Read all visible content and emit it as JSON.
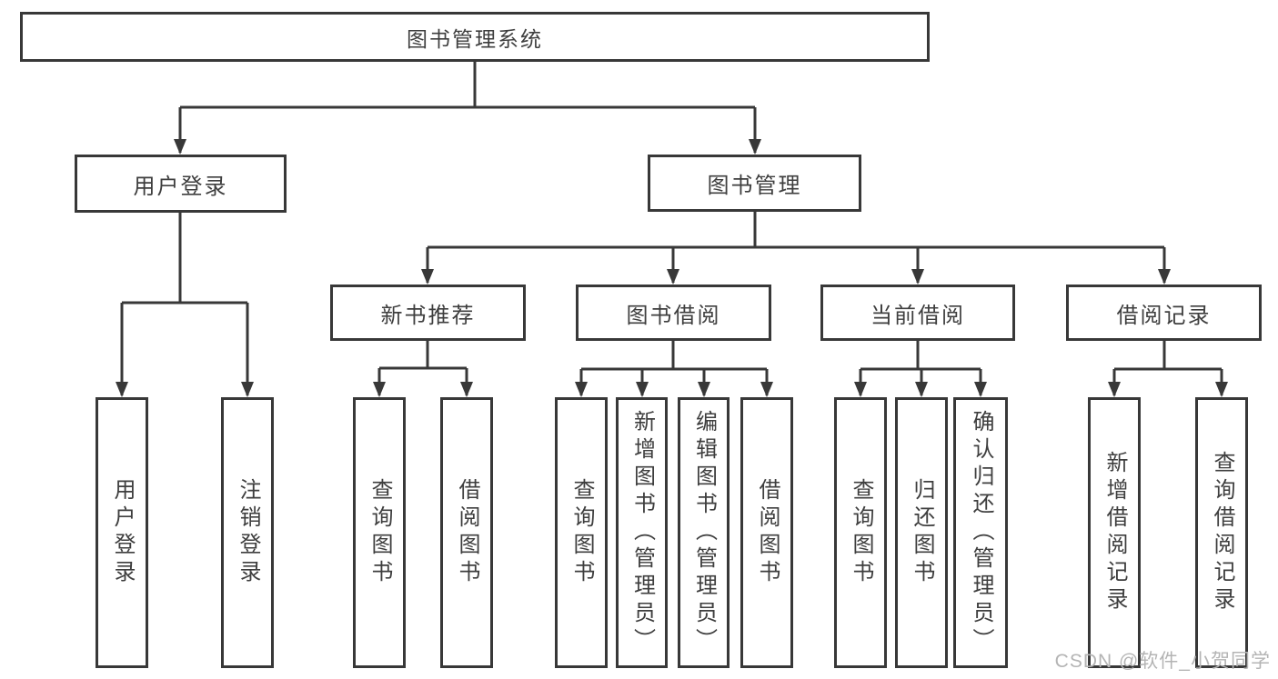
{
  "colors": {
    "line": "#383838",
    "text": "#3e3e3e",
    "box_bg": "#ffffff",
    "watermark": "#b4b4b4"
  },
  "tree": {
    "root": "图书管理系统",
    "level2": [
      "用户登录",
      "图书管理"
    ],
    "level3": [
      "新书推荐",
      "图书借阅",
      "当前借阅",
      "借阅记录"
    ],
    "leaves": [
      "用户登录",
      "注销登录",
      "查询图书",
      "借阅图书",
      "查询图书",
      "新增图书（管理员）",
      "编辑图书（管理员）",
      "借阅图书",
      "查询图书",
      "归还图书",
      "确认归还（管理员）",
      "新增借阅记录",
      "查询借阅记录"
    ]
  },
  "watermark": "CSDN @软件_小贺同学"
}
